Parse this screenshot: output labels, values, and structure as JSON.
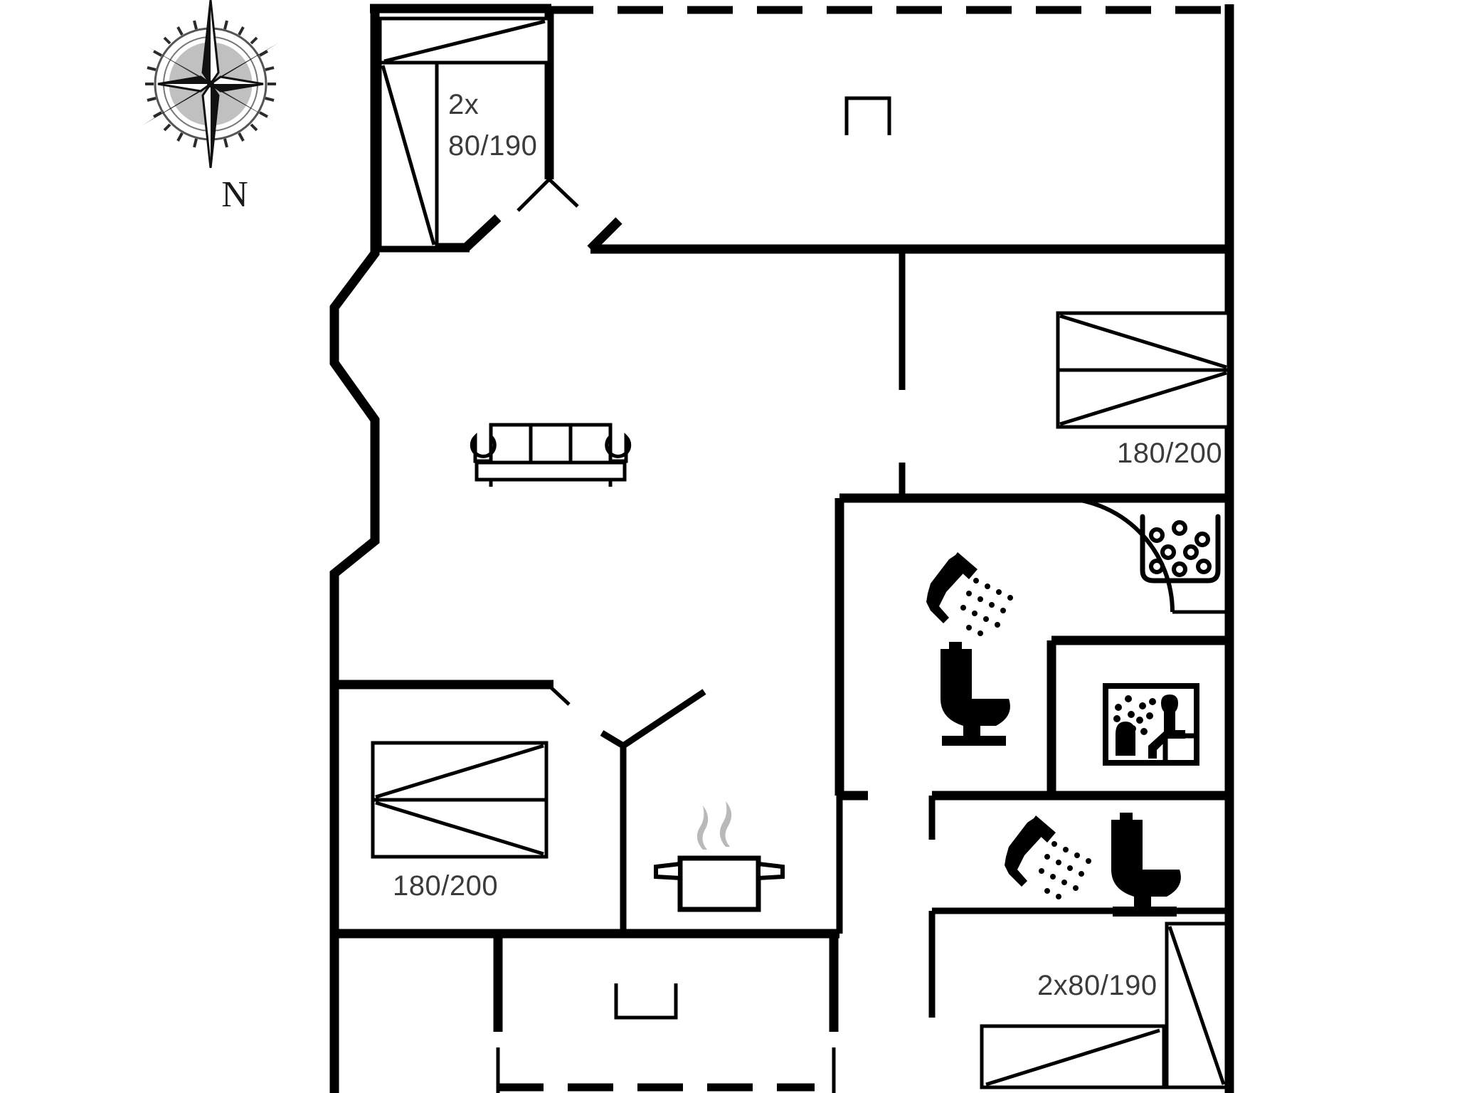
{
  "plan": {
    "title": "Holiday house floor plan",
    "type": "floor-plan",
    "compass": {
      "north_label": "N",
      "icon": "compass-rose-icon"
    },
    "dimensions": {
      "bedroom_top_left": "2x",
      "bedroom_top_left_size": "80/190",
      "bedroom_right_bed": "180/200",
      "bedroom_left_bed": "180/200",
      "bedroom_bottom_right": "2x80/190"
    },
    "rooms": [
      {
        "id": "bedroom-top-left",
        "name": "Bedroom (bunk)",
        "labels": [
          "2x",
          "80/190"
        ],
        "furniture": [
          "bunk-bed-icon"
        ]
      },
      {
        "id": "living-room",
        "name": "Living room",
        "labels": [],
        "furniture": [
          "sofa-icon"
        ]
      },
      {
        "id": "bedroom-right",
        "name": "Bedroom",
        "labels": [
          "180/200"
        ],
        "furniture": [
          "double-bed-icon"
        ]
      },
      {
        "id": "bathroom-upper",
        "name": "Bathroom",
        "labels": [],
        "furniture": [
          "shower-icon",
          "toilet-icon"
        ]
      },
      {
        "id": "whirlpool-room",
        "name": "Whirlpool",
        "labels": [],
        "furniture": [
          "whirlpool-icon"
        ]
      },
      {
        "id": "sauna-room",
        "name": "Sauna",
        "labels": [],
        "furniture": [
          "sauna-icon"
        ]
      },
      {
        "id": "bathroom-lower",
        "name": "Bathroom",
        "labels": [],
        "furniture": [
          "shower-icon",
          "toilet-icon"
        ]
      },
      {
        "id": "bedroom-left",
        "name": "Bedroom",
        "labels": [
          "180/200"
        ],
        "furniture": [
          "double-bed-icon"
        ]
      },
      {
        "id": "kitchen",
        "name": "Kitchen",
        "labels": [],
        "furniture": [
          "cooking-pot-icon"
        ]
      },
      {
        "id": "bedroom-bottom-right",
        "name": "Bedroom (bunk)",
        "labels": [
          "2x80/190"
        ],
        "furniture": [
          "bunk-bed-icon"
        ]
      },
      {
        "id": "terrace",
        "name": "Terrace",
        "labels": [],
        "furniture": []
      }
    ],
    "icons": [
      "compass-rose-icon",
      "sofa-icon",
      "double-bed-icon",
      "bunk-bed-icon",
      "shower-icon",
      "toilet-icon",
      "whirlpool-icon",
      "sauna-icon",
      "cooking-pot-icon",
      "door-swing-icon"
    ],
    "colors": {
      "wall": "#000000",
      "background": "#ffffff",
      "label_text": "#3b3b3b",
      "steam": "#b9b9b9"
    }
  }
}
